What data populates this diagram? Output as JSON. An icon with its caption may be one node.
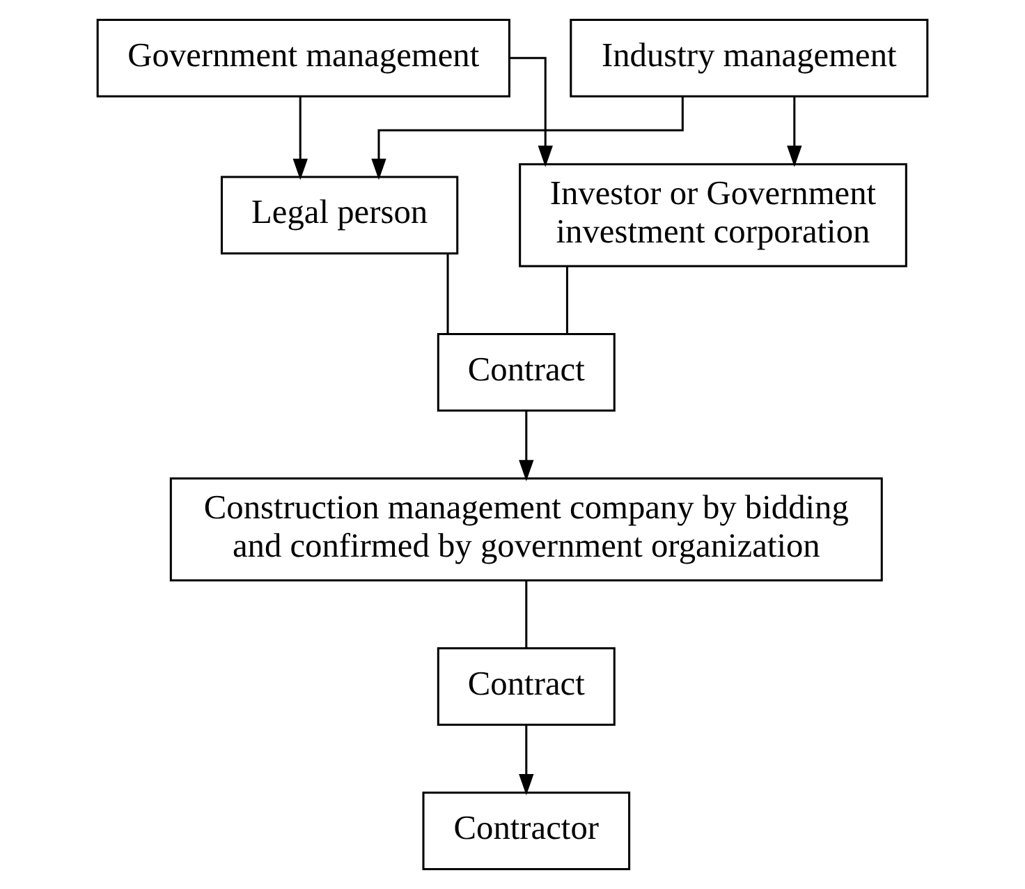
{
  "diagram": {
    "nodes": [
      {
        "text": [
          "Government management"
        ]
      },
      {
        "text": [
          "Industry management"
        ]
      },
      {
        "text": [
          "Legal person"
        ]
      },
      {
        "text": [
          "Investor or Government investment corporation"
        ]
      },
      {
        "text": [
          "Contract"
        ]
      },
      {
        "text": [
          "Construction management company by bidding and confirmed by government organization"
        ]
      },
      {
        "text": [
          "Contract"
        ]
      },
      {
        "text": [
          "Contractor"
        ]
      }
    ],
    "edges": [
      {
        "from": 0,
        "to": 2,
        "arrow": "to"
      },
      {
        "from": 0,
        "to": 3,
        "arrow": "to"
      },
      {
        "from": 1,
        "to": 2,
        "arrow": "to"
      },
      {
        "from": 1,
        "to": 3,
        "arrow": "to"
      },
      {
        "from": 2,
        "to": 4,
        "arrow": "none"
      },
      {
        "from": 3,
        "to": 4,
        "arrow": "none"
      },
      {
        "from": 4,
        "to": 5,
        "arrow": "to"
      },
      {
        "from": 5,
        "to": 6,
        "arrow": "none"
      },
      {
        "from": 6,
        "to": 7,
        "arrow": "to"
      }
    ]
  }
}
